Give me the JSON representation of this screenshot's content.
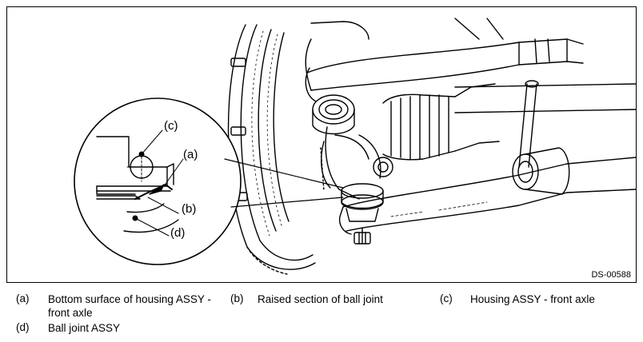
{
  "figure": {
    "code": "DS-00588",
    "callouts": {
      "a": "(a)",
      "b": "(b)",
      "c": "(c)",
      "d": "(d)"
    }
  },
  "legend": [
    {
      "key": "(a)",
      "text": "Bottom surface of housing ASSY - front axle"
    },
    {
      "key": "(b)",
      "text": "Raised section of ball joint"
    },
    {
      "key": "(c)",
      "text": "Housing ASSY - front axle"
    },
    {
      "key": "(d)",
      "text": "Ball joint ASSY"
    }
  ]
}
